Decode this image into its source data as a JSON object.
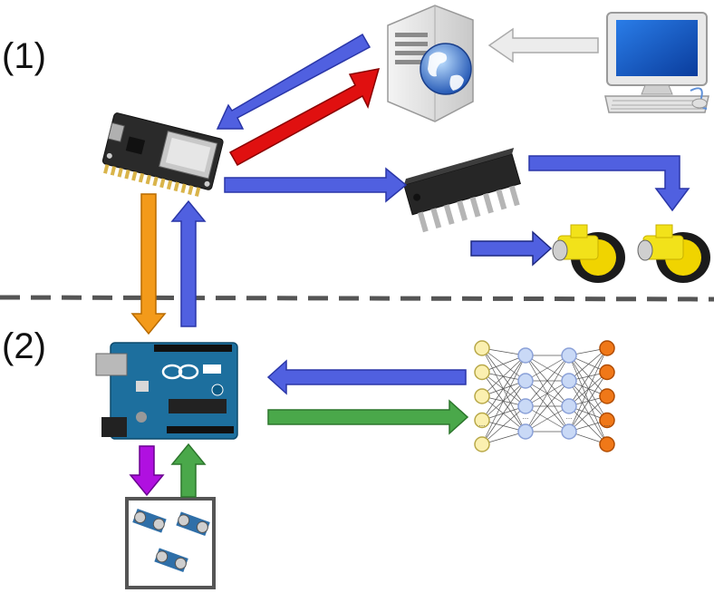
{
  "sections": [
    {
      "label": "(1)"
    },
    {
      "label": "(2)"
    }
  ],
  "colors": {
    "blue_arrow": "#5060e0",
    "red_arrow": "#e01010",
    "orange_arrow": "#f39a1a",
    "green_arrow": "#4aa84a",
    "purple_arrow": "#b010e0",
    "gray_arrow": "#e6e6e6",
    "divider": "#555555"
  },
  "components": {
    "server": "server-with-globe-icon",
    "computer": "desktop-computer-icon",
    "nodemcu": "nodemcu-esp8266-board",
    "motor_driver": "dip-ic-chip",
    "motors": [
      "dc-motor-wheel-icon",
      "dc-motor-wheel-icon"
    ],
    "arduino": "arduino-uno-board",
    "sensors": "ultrasonic-sensors-box",
    "neural_network": "neural-network-icon"
  },
  "neural_network": {
    "layers": [
      5,
      4,
      4,
      5
    ],
    "ellipsis": "..."
  }
}
